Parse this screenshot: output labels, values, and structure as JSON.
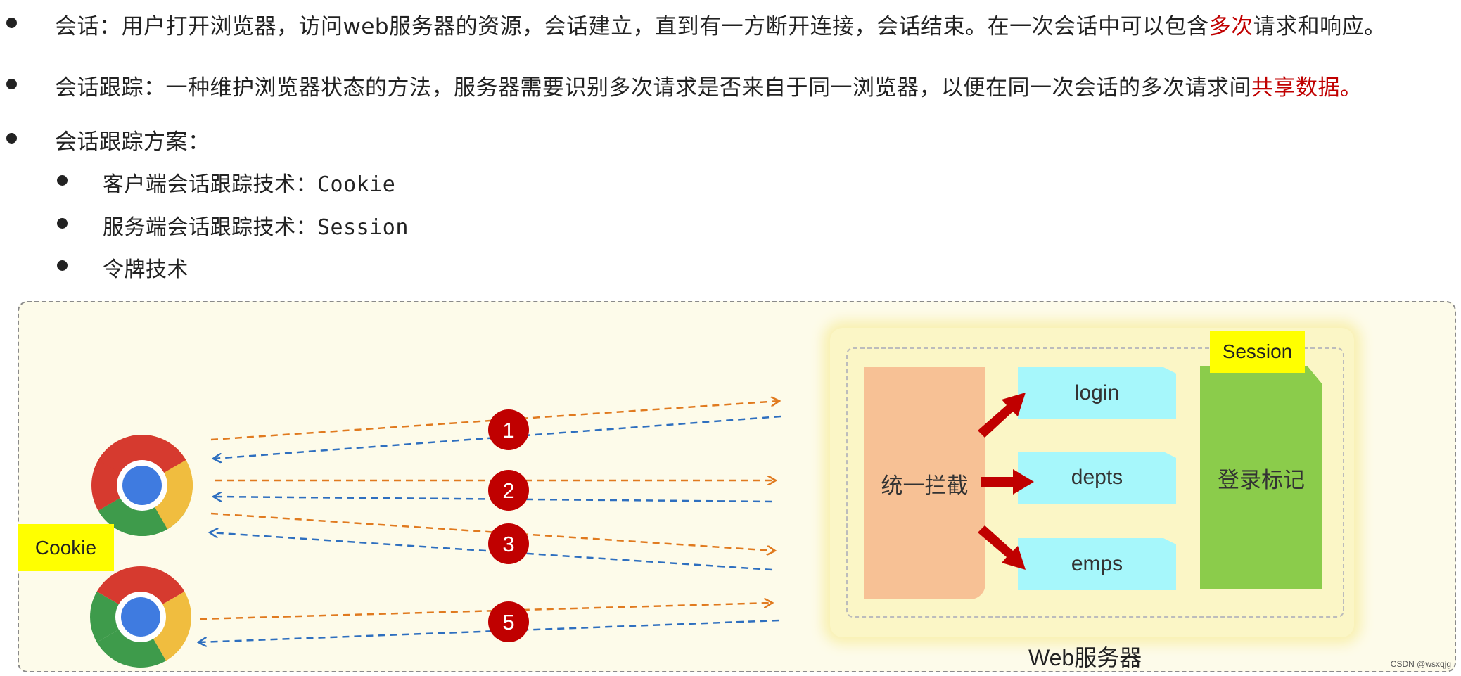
{
  "bullets": {
    "b1": {
      "prefix": "会话：用户打开浏览器，访问web服务器的资源，会话建立，直到有一方断开连接，会话结束。在一次会话中可以包含",
      "highlight": "多次",
      "suffix": "请求和响应。"
    },
    "b2": {
      "prefix": "会话跟踪：一种维护浏览器状态的方法，服务器需要识别多次请求是否来自于同一浏览器，以便在同一次会话的多次请求间",
      "highlight": "共享数据。"
    },
    "b3": {
      "text": "会话跟踪方案："
    },
    "sub": [
      {
        "label": "客户端会话跟踪技术：",
        "term": "Cookie"
      },
      {
        "label": "服务端会话跟踪技术：",
        "term": "Session"
      },
      {
        "label": "令牌技术",
        "term": ""
      }
    ]
  },
  "diagram": {
    "cookie_tag": "Cookie",
    "session_tag": "Session",
    "intercept_label": "统一拦截",
    "endpoints": [
      "login",
      "depts",
      "emps"
    ],
    "session_store_label": "登录标记",
    "server_label": "Web服务器",
    "request_numbers": [
      "1",
      "2",
      "3",
      "5"
    ],
    "colors": {
      "request": "#e07a1f",
      "response": "#2e6fbf",
      "badge": "#c00000",
      "arrow": "#c00000"
    },
    "icons": [
      "browser-icon",
      "browser-icon"
    ]
  },
  "footer": "CSDN @wsxqjg"
}
